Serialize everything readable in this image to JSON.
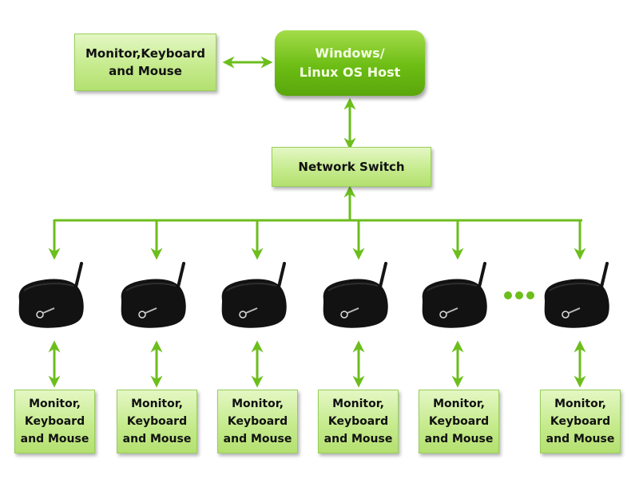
{
  "title": "Cloud computer deployment diagram",
  "colors": {
    "accent": "#6cbe1c",
    "box_fill": "#c6eb8e",
    "host_fill": "#6cbd14",
    "device": "#111111"
  },
  "host_peripherals": {
    "label": "Monitor,Keyboard\nand Mouse"
  },
  "host": {
    "label": "Windows/\nLinux OS Host"
  },
  "switch": {
    "label": "Network Switch"
  },
  "ellipsis": "...",
  "clients": [
    {
      "device": "cloud-computer-device",
      "peripherals": "Monitor,\nKeyboard\nand Mouse"
    },
    {
      "device": "cloud-computer-device",
      "peripherals": "Monitor,\nKeyboard\nand Mouse"
    },
    {
      "device": "cloud-computer-device",
      "peripherals": "Monitor,\nKeyboard\nand Mouse"
    },
    {
      "device": "cloud-computer-device",
      "peripherals": "Monitor,\nKeyboard\nand Mouse"
    },
    {
      "device": "cloud-computer-device",
      "peripherals": "Monitor,\nKeyboard\nand Mouse"
    },
    {
      "device": "cloud-computer-device",
      "peripherals": "Monitor,\nKeyboard\nand Mouse"
    }
  ]
}
